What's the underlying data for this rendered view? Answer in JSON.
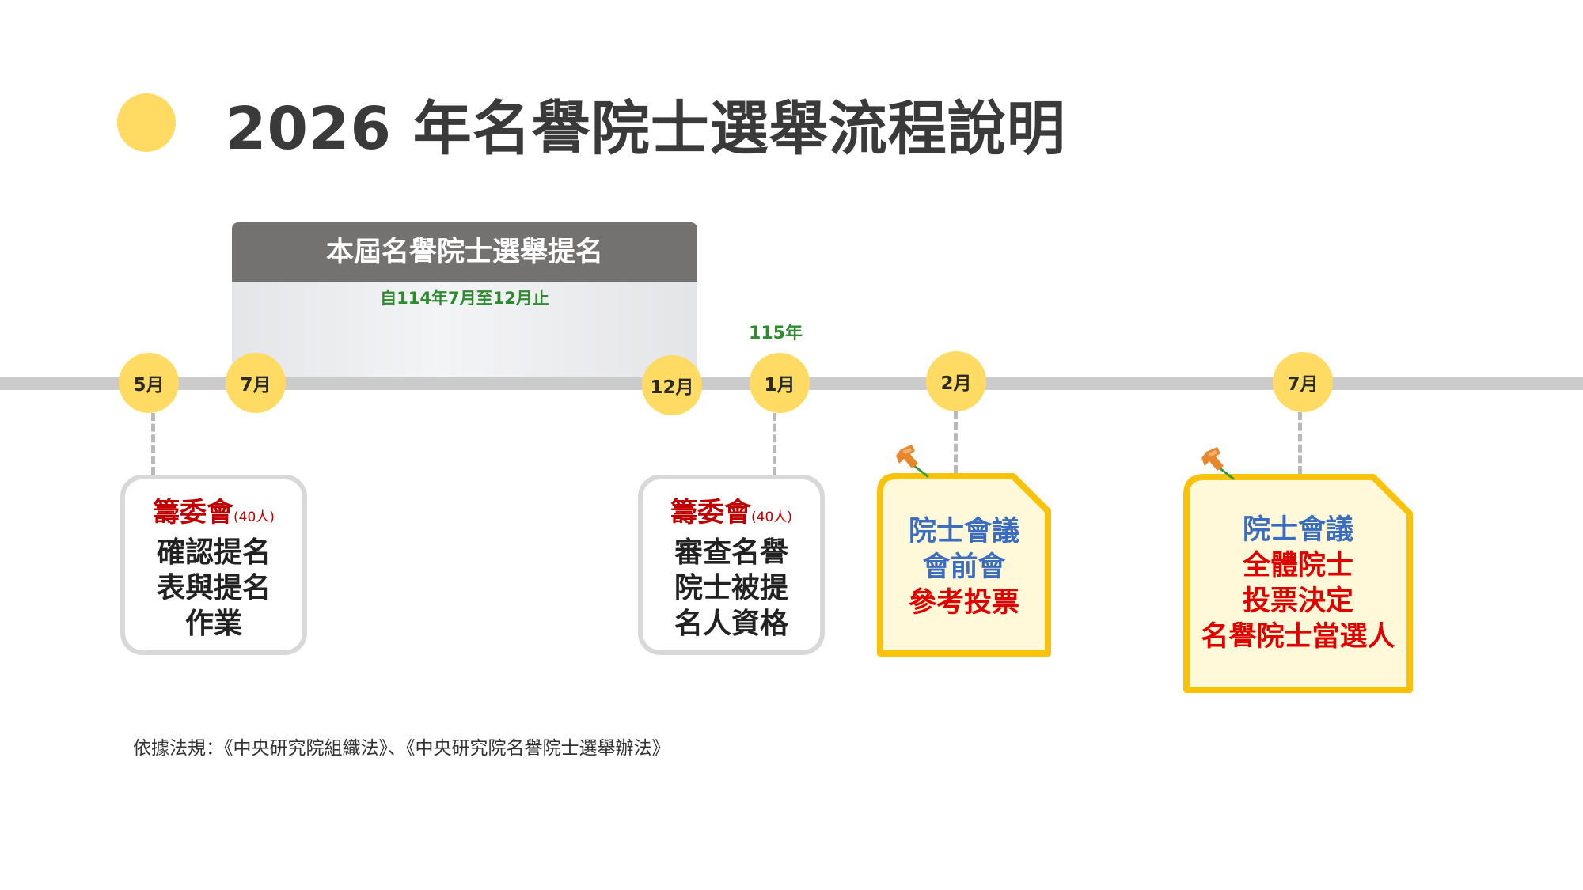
{
  "title": "2026 年名譽院士選舉流程說明",
  "nomination": {
    "label": "本屆名譽院士選舉提名",
    "period": "自114年7月至12月止"
  },
  "timeline": {
    "year_label": "115年",
    "months": [
      "5月",
      "7月",
      "12月",
      "1月",
      "2月",
      "7月"
    ]
  },
  "cards": {
    "committee_1": {
      "org": "籌委會",
      "count": "(40人)",
      "lines": [
        "確認提名",
        "表與提名",
        "作業"
      ]
    },
    "committee_2": {
      "org": "籌委會",
      "count": "(40人)",
      "lines": [
        "審查名譽",
        "院士被提",
        "名人資格"
      ]
    },
    "meeting_1": {
      "lines": [
        "院士會議",
        "會前會",
        "參考投票"
      ]
    },
    "meeting_2": {
      "lines": [
        "院士會議",
        "全體院士",
        "投票決定",
        "名譽院士當選人"
      ]
    }
  },
  "footnote": "依據法規：《中央研究院組織法》、《中央研究院名譽院士選舉辦法》",
  "colors": {
    "accent_yellow": "#ffdb63",
    "header_gray": "#747271",
    "period_green": "#2e8b2e",
    "committee_red": "#c00000",
    "meeting_blue": "#3a6dbf",
    "meeting_red": "#e00000",
    "note_border": "#f9c20a",
    "note_fill": "#fff8d9"
  },
  "icons": [
    "pushpin-icon"
  ]
}
